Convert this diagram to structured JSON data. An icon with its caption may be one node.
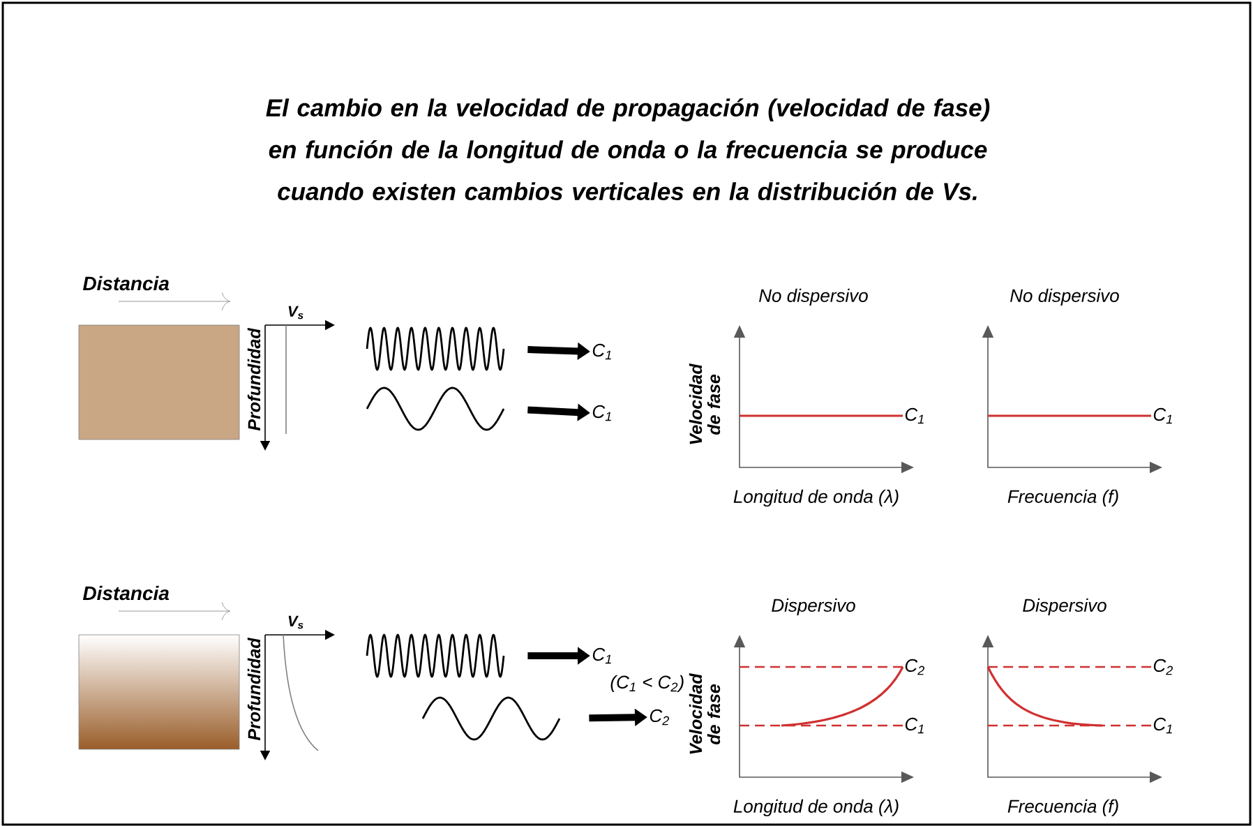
{
  "diagram": {
    "title": "El cambio en la velocidad de propagación (velocidad de fase) en función de la longitud de onda o la frecuencia se produce cuando existen cambios verticales en la distribución de Vs.",
    "nodes": [
      {
        "text": [],
        "shape": "box"
      },
      {
        "text": [],
        "shape": "picture"
      },
      {
        "text": [
          "C$_{1}$"
        ]
      },
      {
        "text": [],
        "shape": "picture"
      },
      {
        "text": [
          "C$_{1}$"
        ]
      },
      {
        "text": [],
        "shape": "box"
      },
      {
        "text": [],
        "shape": "picture"
      },
      {
        "text": [
          "C$_{1}$"
        ]
      },
      {
        "text": [],
        "shape": "picture"
      },
      {
        "text": [
          "C$_{2}$"
        ]
      }
    ],
    "edges": [
      {
        "from": 1,
        "to": 2,
        "arrow": "to"
      },
      {
        "from": 3,
        "to": 4,
        "arrow": "to"
      },
      {
        "from": 6,
        "to": 7,
        "arrow": "to"
      },
      {
        "from": 8,
        "to": 9,
        "arrow": "to"
      }
    ],
    "labels": [
      "Distancia",
      "V$_{s}$",
      "Profundidad",
      "No dispersivo",
      "No dispersivo",
      "Velocidad de fase",
      "C$_{1}$",
      "C$_{1}$",
      "Longitud de onda (λ)",
      "Frecuencia (f)",
      "Distancia",
      "V$_{s}$",
      "Profundidad",
      "(C$_{1}$ < C$_{2}$)",
      "Dispersivo",
      "Dispersivo",
      "Velocidad de fase",
      "C$_{2}$",
      "C$_{1}$",
      "C$_{2}$",
      "C$_{1}$",
      "Longitud de onda (λ)",
      "Frecuencia (f)"
    ]
  }
}
